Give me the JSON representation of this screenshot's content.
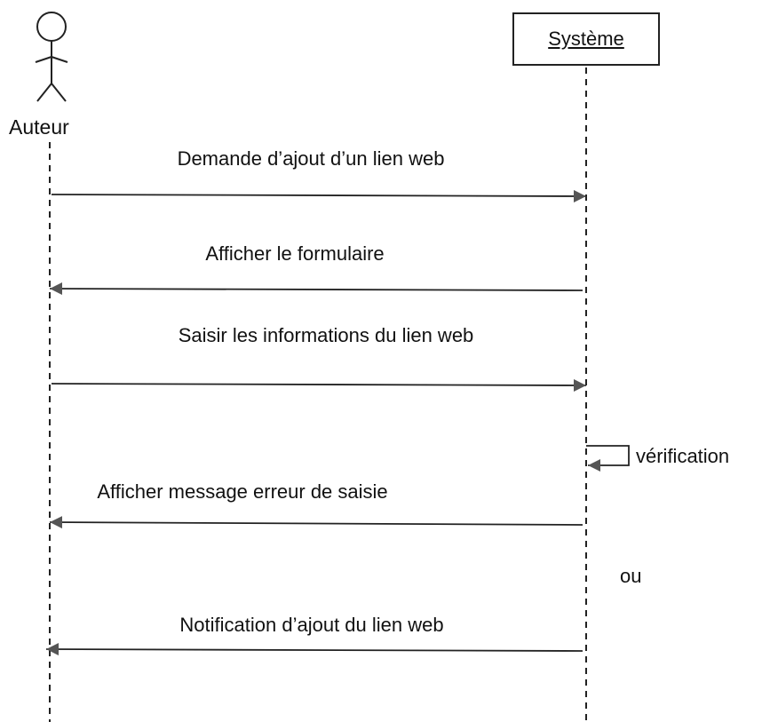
{
  "actor": {
    "label": "Auteur"
  },
  "system": {
    "label": "Système"
  },
  "messages": [
    {
      "id": "m1",
      "label": "Demande d’ajout d’un lien web",
      "direction": "to-system"
    },
    {
      "id": "m2",
      "label": "Afficher le formulaire",
      "direction": "to-actor"
    },
    {
      "id": "m3",
      "label": "Saisir les informations du lien web",
      "direction": "to-system"
    },
    {
      "id": "m4",
      "label": "vérification",
      "direction": "self"
    },
    {
      "id": "m5",
      "label": "Afficher message erreur de saisie",
      "direction": "to-actor"
    },
    {
      "id": "m6",
      "label": "Notification d’ajout du lien web",
      "direction": "to-actor"
    }
  ],
  "alternative_label": "ou",
  "colors": {
    "line": "#222222",
    "arrowhead": "#555555",
    "text": "#111111"
  }
}
